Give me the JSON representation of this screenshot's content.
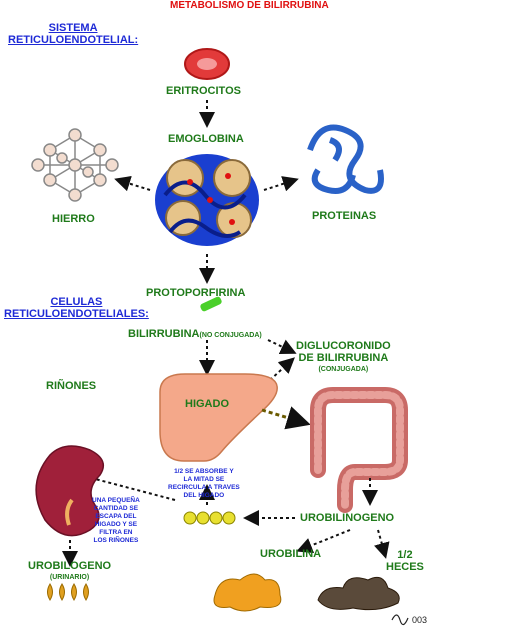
{
  "title": "METABOLISMO DE BILIRRUBINA",
  "section_reticulo": {
    "line1": "SISTEMA",
    "line2": "RETICULOENDOTELIAL:"
  },
  "eritrocitos": "ERITROCITOS",
  "hemoglobina": "EMOGLOBINA",
  "hierro": "HIERRO",
  "proteinas": "PROTEINAS",
  "protoporfirina": "PROTOPORFIRINA",
  "section_celulas": {
    "line1": "CELULAS",
    "line2": "RETICULOENDOTELIALES:"
  },
  "bilirrubina": {
    "main": "BILIRRUBINA",
    "sub": "(NO CONJUGADA)"
  },
  "diglucoronido": {
    "line1": "DIGLUCORONIDO",
    "line2": "DE BILIRRUBINA",
    "sub": "(CONJUGADA)"
  },
  "rinones": "RIÑONES",
  "higado": "HIGADO",
  "absorcion_note": {
    "line1": "1/2 SE ABSORBE Y",
    "line2": "LA MITAD SE",
    "line3": "RECIRCULA A TRAVES",
    "line4": "DEL HIGADO"
  },
  "renal_note": {
    "line1": "UNA PEQUEÑA",
    "line2": "CANTIDAD SE",
    "line3": "ESCAPA DEL",
    "line4": "HIGADO Y SE",
    "line5": "FILTRA EN",
    "line6": "LOS RIÑONES"
  },
  "urobilinogeno": "UROBILINOGENO",
  "urobilogeno_urinario": {
    "main": "UROBILOGENO",
    "sub": "(URINARIO)"
  },
  "urobilina": "UROBILINA",
  "heces": {
    "line1": "1/2",
    "line2": "HECES"
  },
  "signature": "003",
  "colors": {
    "label_green": "#1f7a1a",
    "label_blue": "#1e2ad6",
    "title_red": "#e01010",
    "liver": "#f4a88a",
    "kidney": "#a0203a",
    "intestine": "#d9807a",
    "stool": "#5a4a3a",
    "urobilina": "#f0a020",
    "bile_dots": "#e8e030"
  },
  "icons": [
    "erythrocyte-icon",
    "hemoglobin-molecule-icon",
    "iron-lattice-icon",
    "protein-icon",
    "protoporphyrin-icon",
    "liver-icon",
    "intestine-icon",
    "kidney-icon",
    "urobilina-icon",
    "stool-icon",
    "urine-drops-icon"
  ]
}
